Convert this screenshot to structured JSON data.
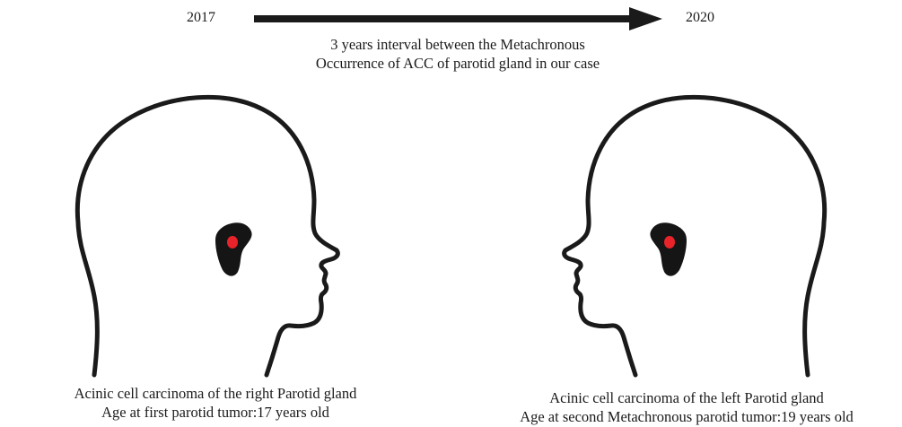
{
  "timeline": {
    "start_year": "2017",
    "end_year": "2020",
    "interval_caption": [
      "3 years interval between the Metachronous",
      "Occurrence of ACC of parotid gland in our case"
    ]
  },
  "patients": [
    {
      "caption": [
        "Acinic cell carcinoma of the right Parotid gland",
        "Age at first parotid tumor:17 years old"
      ]
    },
    {
      "caption": [
        "Acinic cell carcinoma of the left Parotid gland",
        "Age at second Metachronous parotid tumor:19 years old"
      ]
    }
  ],
  "colors": {
    "outline": "#1a1a1a",
    "gland": "#151515",
    "tumor": "#e8232a"
  }
}
